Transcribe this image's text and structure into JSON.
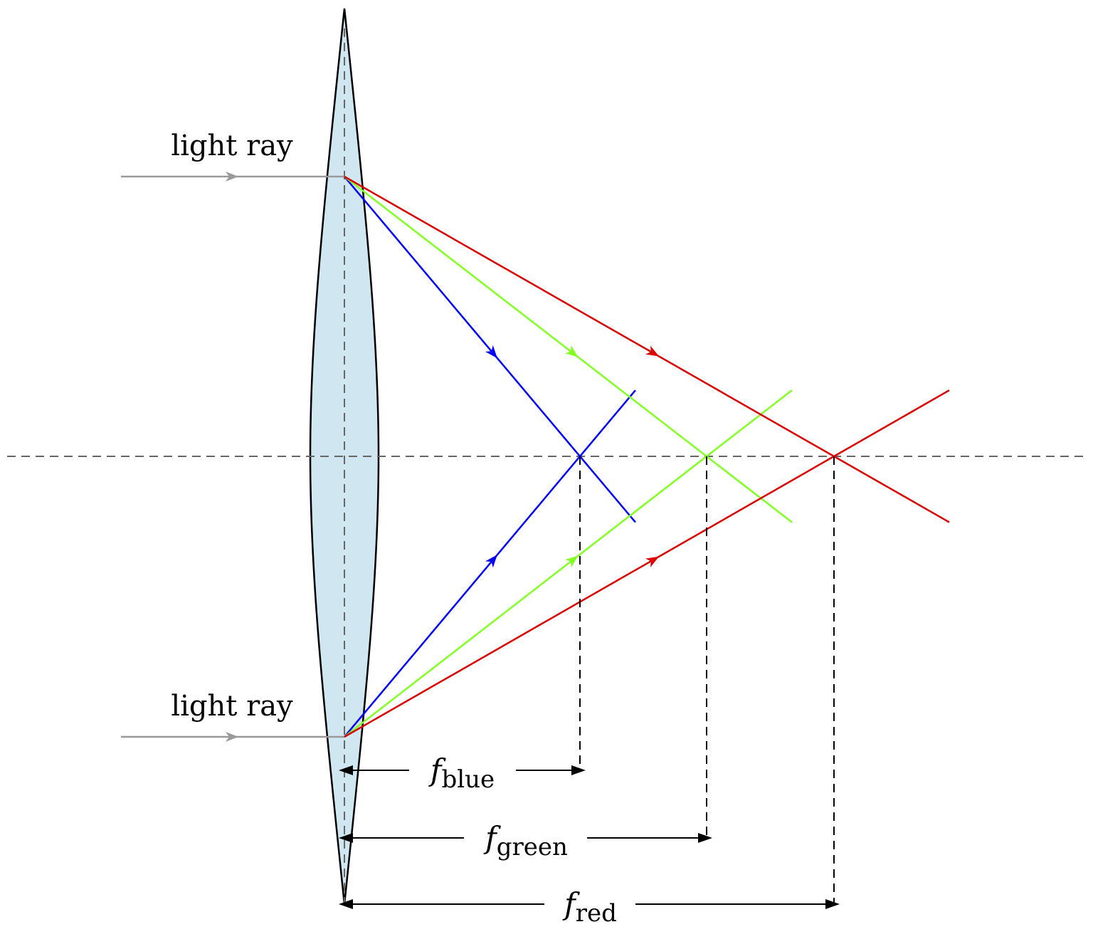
{
  "labels": {
    "top_ray": "light ray",
    "bottom_ray": "light ray"
  },
  "focal_lengths": [
    {
      "symbol": "f",
      "subscript": "blue"
    },
    {
      "symbol": "f",
      "subscript": "green"
    },
    {
      "symbol": "f",
      "subscript": "red"
    }
  ],
  "colors": {
    "lens_fill": "#d0e6f0",
    "incident_ray": "#999999",
    "blue": "#0000ff",
    "green": "#80ff20",
    "red": "#dd0000",
    "axis": "#666666"
  }
}
